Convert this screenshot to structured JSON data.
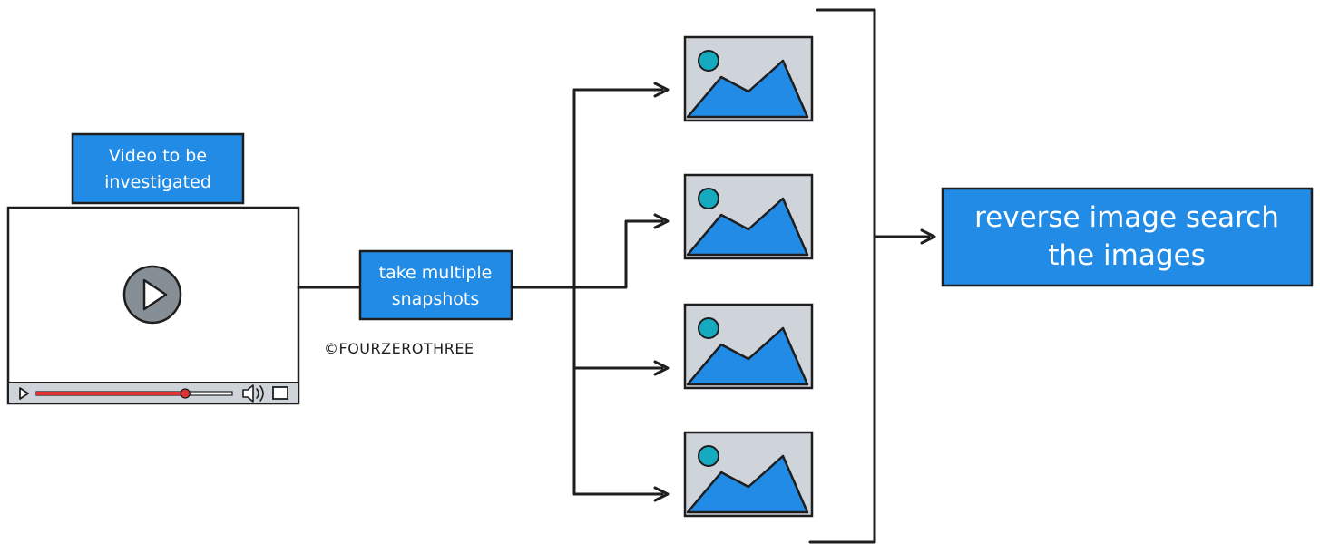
{
  "nodes": {
    "video_label": {
      "lines": [
        "Video to be",
        "investigated"
      ]
    },
    "snapshot_step": {
      "lines": [
        "take multiple",
        "snapshots"
      ]
    },
    "result_step": {
      "lines": [
        "reverse image search",
        "the images"
      ]
    }
  },
  "copyright": "©FOURZEROTHREE",
  "snapshot_images": [
    {
      "icon": "image-placeholder-icon"
    },
    {
      "icon": "image-placeholder-icon"
    },
    {
      "icon": "image-placeholder-icon"
    },
    {
      "icon": "image-placeholder-icon"
    }
  ],
  "video_player": {
    "icons": [
      "play-button-icon",
      "play-icon",
      "volume-icon",
      "fullscreen-icon"
    ],
    "playback_progress": 0.76
  },
  "colors": {
    "accent_blue": "#228be6",
    "ink": "#1e1e1e",
    "image_bg": "#ced4da",
    "sun_teal": "#15aabf",
    "progress_red": "#e03131",
    "play_gray": "#868e96"
  }
}
